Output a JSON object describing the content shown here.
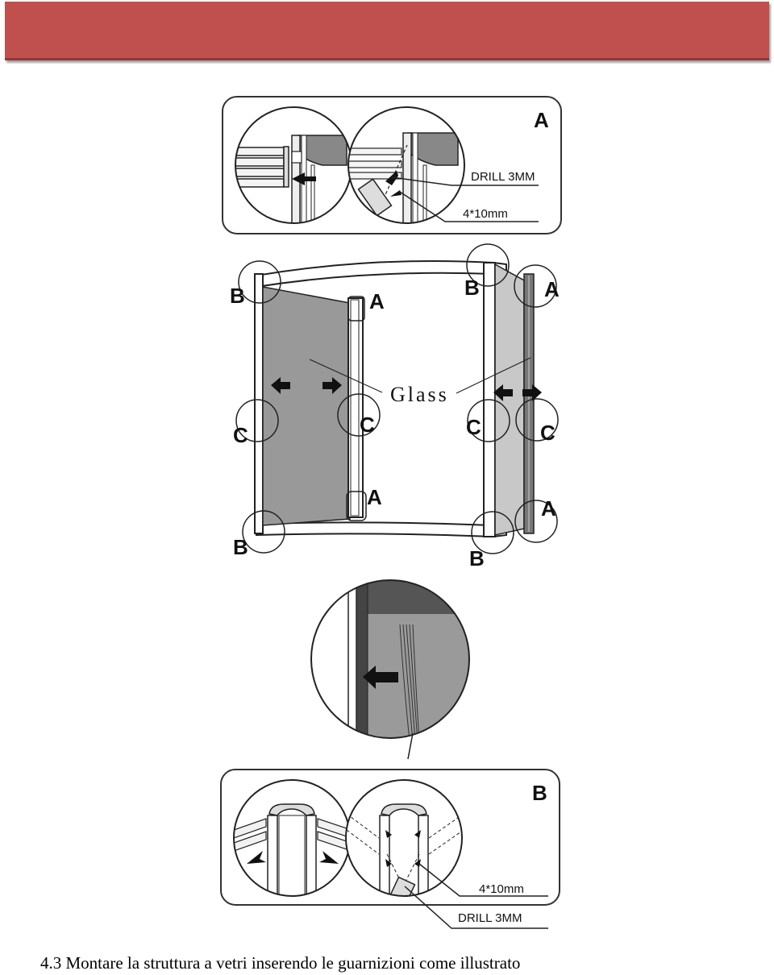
{
  "header": {
    "color": "#c0504d"
  },
  "detail_a": {
    "tag": "A",
    "drill_label": "DRILL 3MM",
    "screw_label": "4*10mm"
  },
  "assembly": {
    "glass_label": "Glass",
    "corner_labels": {
      "b_top_left": "B",
      "a_top_left": "A",
      "b_top_right": "B",
      "a_top_right": "A",
      "c_left_outer": "C",
      "c_left_inner": "C",
      "c_right_inner": "C",
      "c_right_outer": "C",
      "a_bottom_left": "A",
      "a_bottom_right": "A",
      "b_bottom_left": "B",
      "b_bottom_right": "B"
    }
  },
  "detail_b": {
    "tag": "B",
    "screw_label": "4*10mm",
    "drill_label": "DRILL 3MM"
  },
  "caption": "4.3 Montare la struttura a vetri inserendo le guarnizioni come illustrato"
}
